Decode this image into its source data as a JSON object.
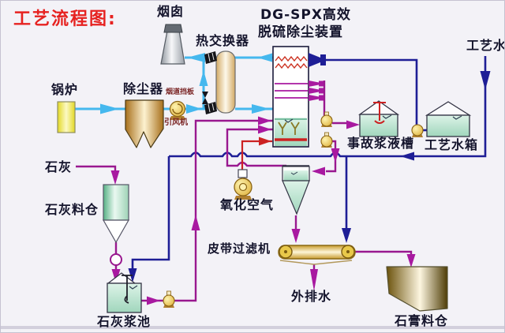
{
  "title": "工艺流程图:",
  "equipment": {
    "chimney": "烟囱",
    "heat_exchanger": "热交换器",
    "scrubber_line1": "DG-SPX高效",
    "scrubber_line2": "脱硫除尘装置",
    "process_water": "工艺水",
    "boiler": "锅炉",
    "dust_collector": "除尘器",
    "flue_damper": "烟道挡板",
    "id_fan": "引风机",
    "emergency_slurry_tank": "事故浆液槽",
    "process_water_tank": "工艺水箱",
    "lime": "石灰",
    "lime_silo": "石灰料仓",
    "oxidation_air": "氧化空气",
    "belt_filter": "皮带过滤机",
    "effluent": "外排水",
    "lime_slurry_pool": "石灰浆池",
    "gypsum_silo": "石膏料仓"
  },
  "colors": {
    "flue_gas_line": "#45b8ee",
    "water_line": "#1e1e96",
    "slurry_line": "#99188f",
    "air_line": "#cc2222",
    "title_red": "#e62220",
    "pump_yellow": "#f2d050",
    "tank_green": "#a6d9bf",
    "vessel_gold": "#b4791f"
  }
}
